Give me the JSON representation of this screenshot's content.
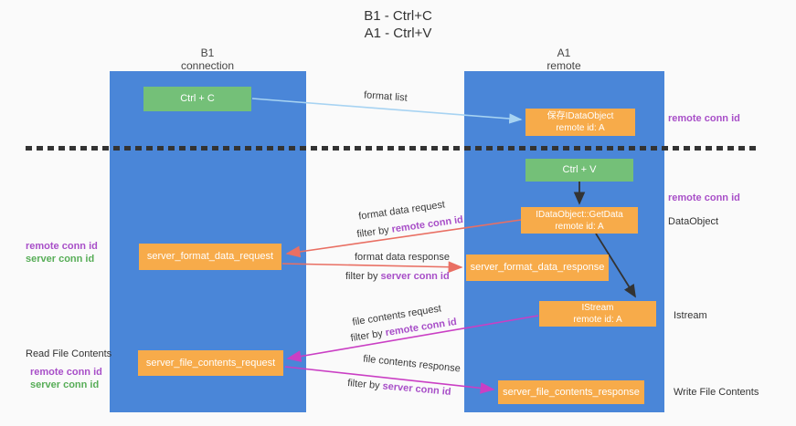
{
  "colors": {
    "lane_blue": "#4a86d8",
    "box_orange": "#f7ab4a",
    "box_green": "#74c078",
    "arrow_lightblue": "#a7d3f2",
    "arrow_red": "#e96f63",
    "arrow_magenta": "#ca3fc4",
    "arrow_black": "#333333",
    "text_purple": "#a84fc8",
    "text_green": "#57ad57",
    "divider_dash": "#333333",
    "background": "#fafafa"
  },
  "title": {
    "line1": "B1 - Ctrl+C",
    "line2": "A1 - Ctrl+V"
  },
  "lanes": {
    "left": {
      "title": "B1",
      "subtitle": "connection"
    },
    "right": {
      "title": "A1",
      "subtitle": "remote"
    }
  },
  "boxes": {
    "ctrl_c": {
      "label": "Ctrl + C"
    },
    "save_dataobject": {
      "line1": "保存IDataObject",
      "line2": "remote id: A"
    },
    "ctrl_v": {
      "label": "Ctrl + V"
    },
    "getdata": {
      "line1": "IDataObject::GetData",
      "line2": "remote id: A"
    },
    "format_request": {
      "label": "server_format_data_request"
    },
    "format_response": {
      "label": "server_format_data_response"
    },
    "istream": {
      "line1": "IStream",
      "line2": "remote id: A"
    },
    "file_request": {
      "label": "server_file_contents_request"
    },
    "file_response": {
      "label": "server_file_contents_response"
    }
  },
  "side_labels": {
    "remote_conn_top": "remote conn id",
    "remote_conn_mid": "remote conn id",
    "dataobject": "DataObject",
    "istream": "Istream",
    "write_file": "Write File Contents",
    "read_file": "Read File Contents",
    "format_remote": "remote conn id",
    "format_server": "server conn id",
    "file_remote": "remote conn id",
    "file_server": "server conn id"
  },
  "arrow_labels": {
    "format_list": "format list",
    "format_request": "format data request",
    "format_request_filter": "filter by ",
    "format_request_filter_id": "remote conn id",
    "format_response": "format data response",
    "format_response_filter": "filter by ",
    "format_response_filter_id": "server conn id",
    "file_request": "file contents request",
    "file_request_filter": "filter by ",
    "file_request_filter_id": "remote conn id",
    "file_response": "file contents response",
    "file_response_filter": "filter by ",
    "file_response_filter_id": "server conn id"
  }
}
